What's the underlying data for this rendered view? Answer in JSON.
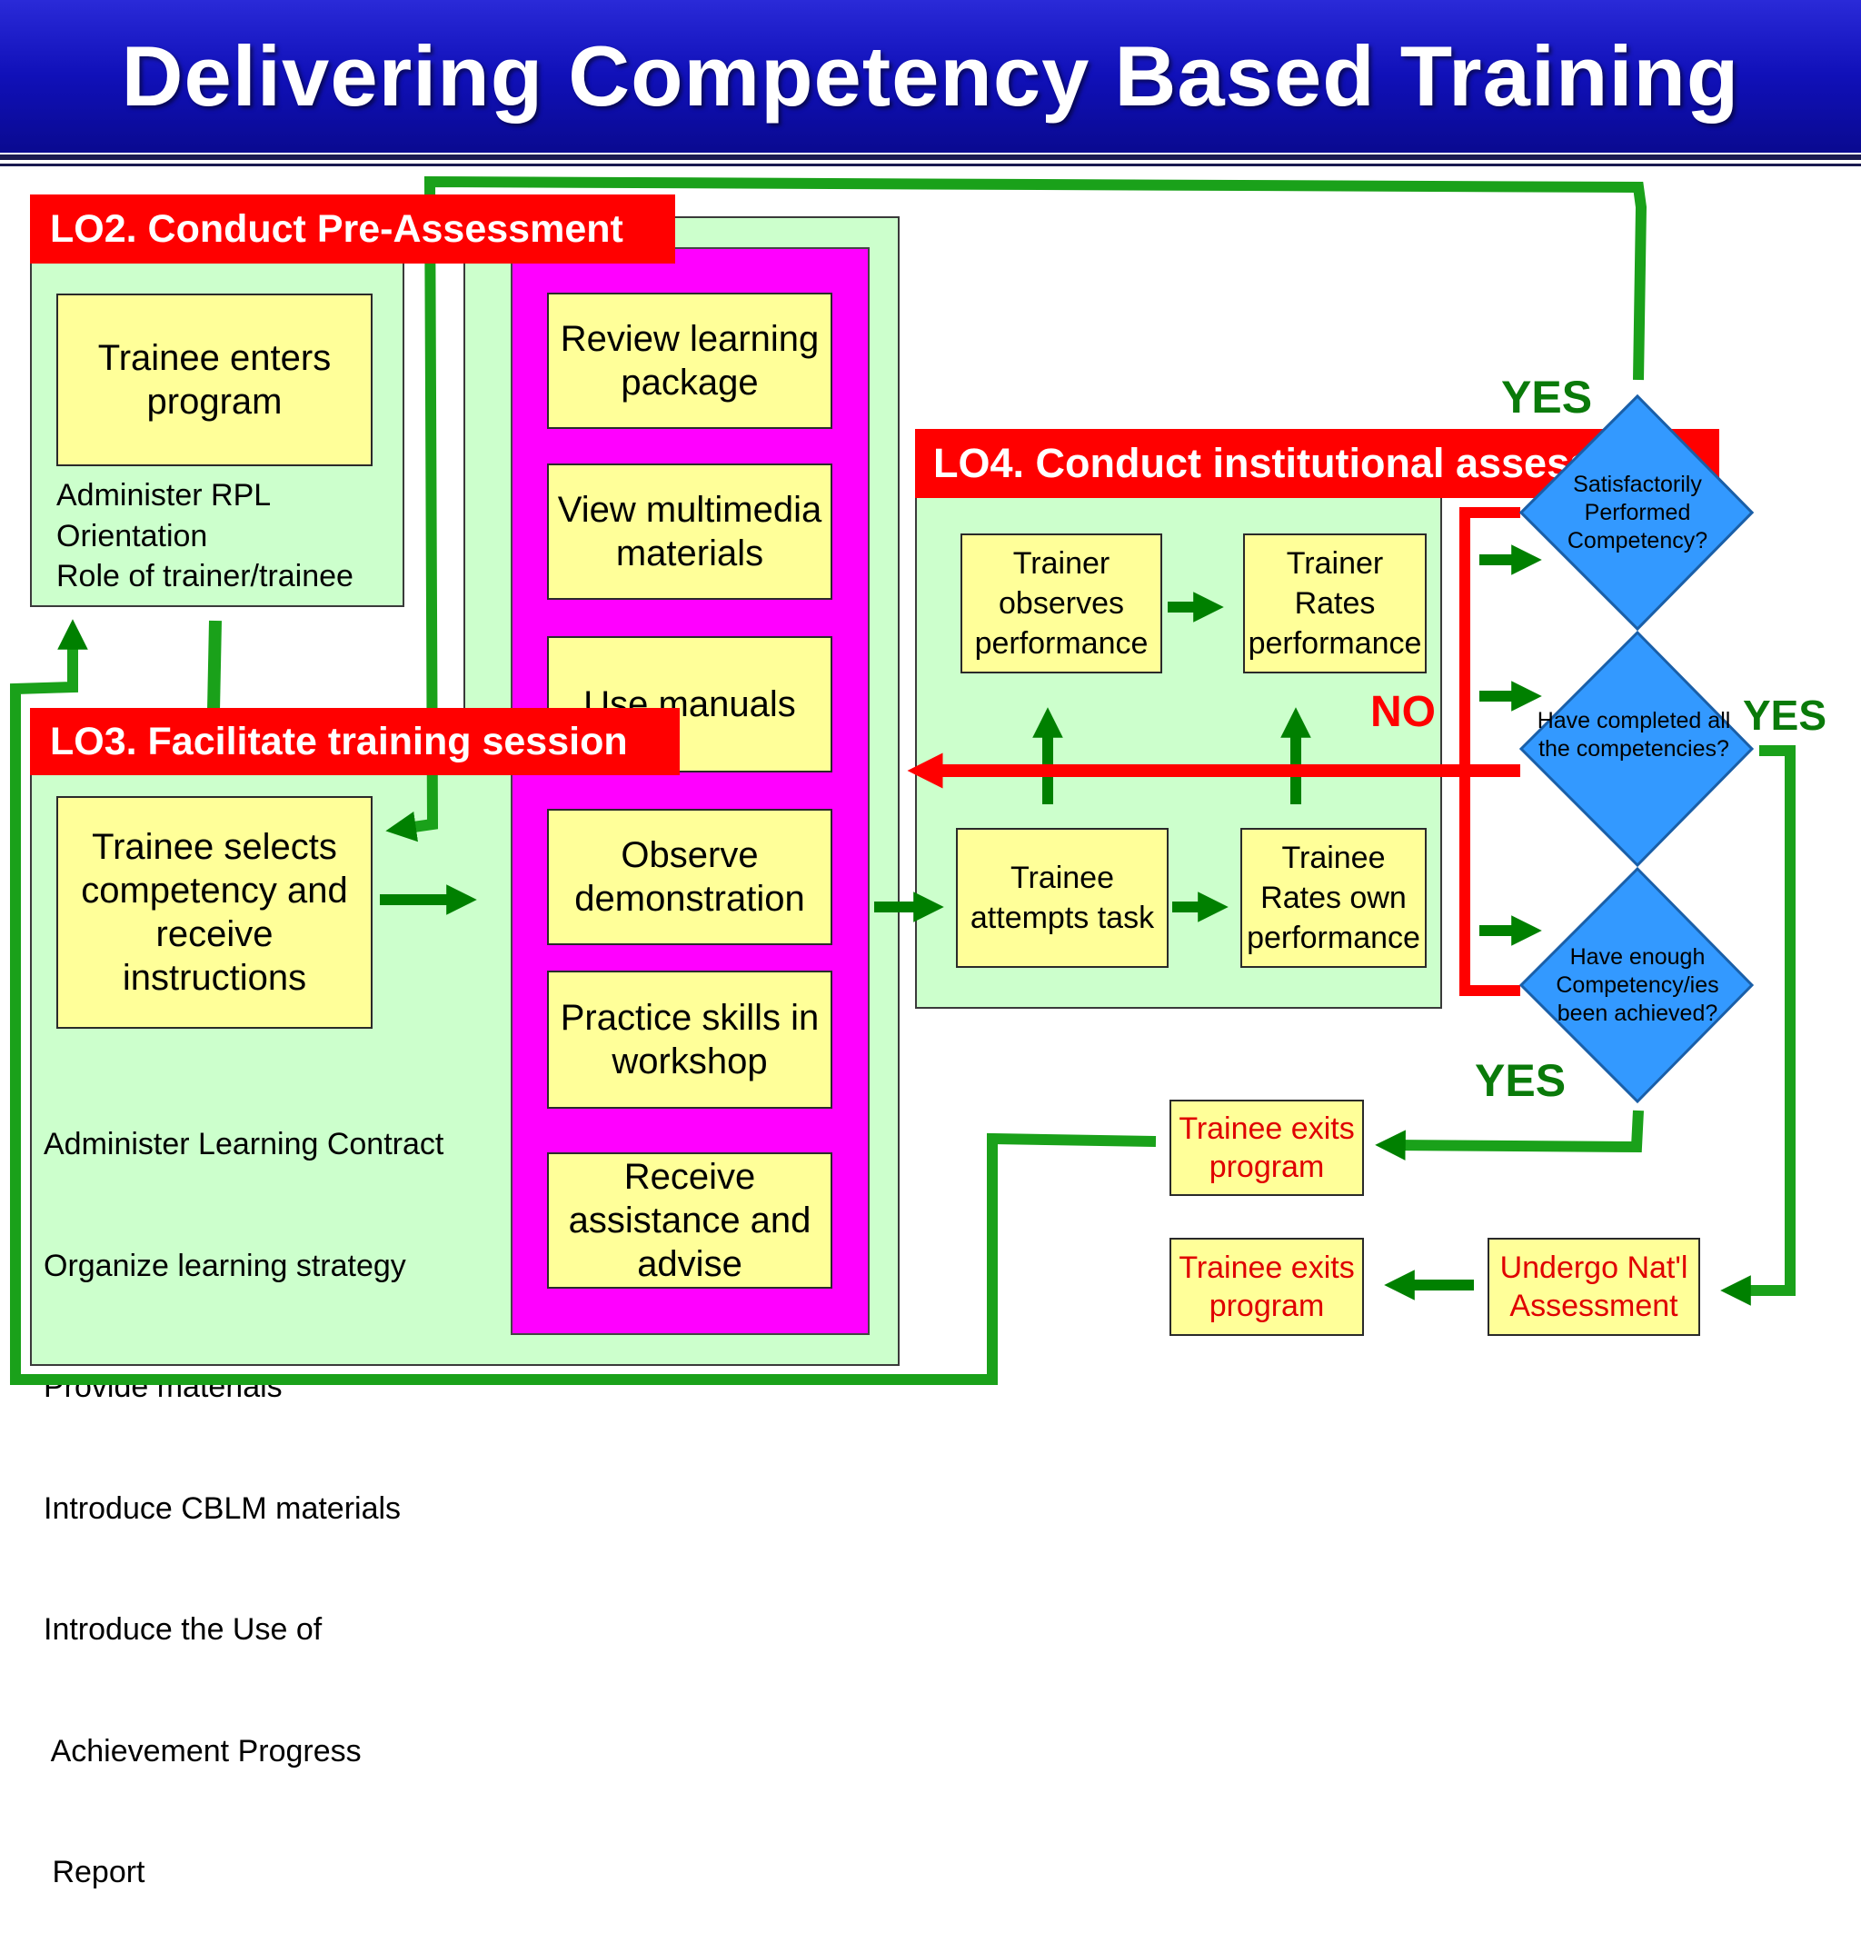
{
  "title": "Delivering Competency Based Training",
  "lo2": {
    "label": "LO2. Conduct Pre-Assessment",
    "box": "Trainee enters program",
    "notes": [
      "Administer RPL",
      "Orientation",
      "Role of trainer/trainee"
    ]
  },
  "lo3": {
    "label": "LO3. Facilitate training session",
    "box": "Trainee selects competency and receive instructions",
    "notes": [
      "Administer Learning Contract",
      "Organize learning strategy",
      "Provide materials",
      "Introduce CBLM materials",
      "Introduce the Use of",
      " Achievement Progress",
      " Report"
    ]
  },
  "learning_steps": [
    "Review learning package",
    "View multimedia materials",
    "Use manuals",
    "Observe demonstration",
    "Practice skills in workshop",
    "Receive assistance and advise"
  ],
  "lo4": {
    "label": "LO4. Conduct institutional assessment",
    "trainer_observes": "Trainer observes performance",
    "trainer_rates": "Trainer Rates performance",
    "trainee_attempts": "Trainee attempts task",
    "trainee_rates": "Trainee Rates own performance"
  },
  "decisions": {
    "satisfactory": "Satisfactorily Performed Competency?",
    "all_completed": "Have completed all the competencies?",
    "enough": "Have enough Competency/ies been achieved?"
  },
  "labels": {
    "yes_top": "YES",
    "yes_right": "YES",
    "yes_bottom": "YES",
    "no": "NO"
  },
  "exits": {
    "exit1": "Trainee exits program",
    "exit2": "Trainee exits program",
    "national": "Undergo Nat'l Assessment"
  },
  "colors": {
    "banner": "#1010b8",
    "panel": "#ccffcc",
    "box": "#ffff99",
    "magenta": "#ff00ff",
    "red": "#ff0000",
    "green": "#008000",
    "diamond": "#3399ff"
  }
}
